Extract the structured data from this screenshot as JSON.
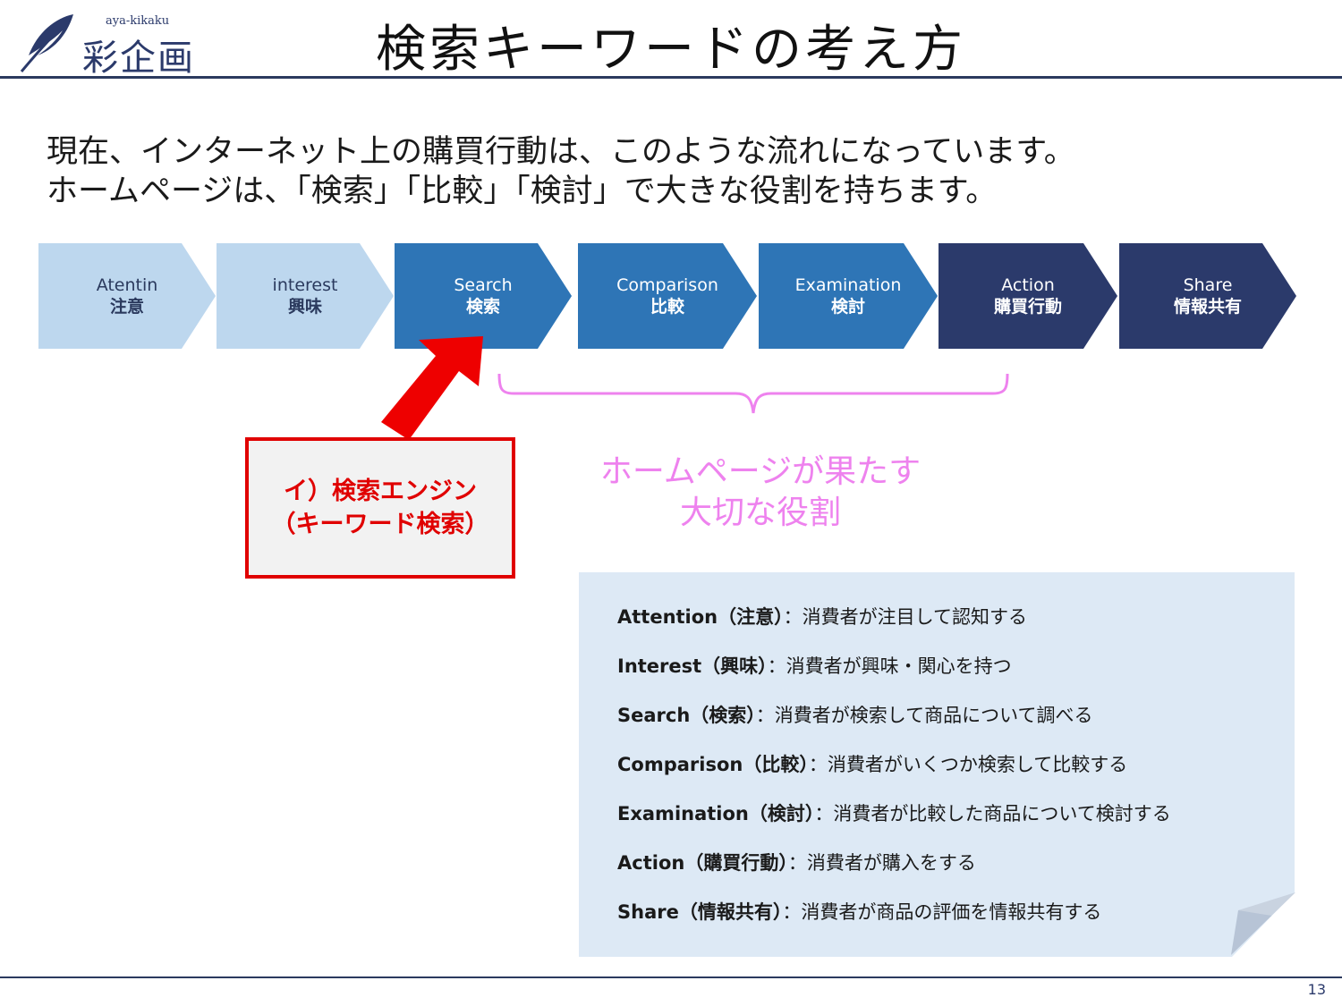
{
  "header": {
    "logo_sub": "aya-kikaku",
    "logo_main": "彩企画",
    "title": "検索キーワードの考え方"
  },
  "intro": {
    "line1": "現在、インターネット上の購買行動は、このような流れになっています。",
    "line2": "ホームページは、「検索」「比較」「検討」で大きな役割を持ちます。"
  },
  "steps": [
    {
      "en": "Atentin",
      "ja": "注意",
      "tone": "light"
    },
    {
      "en": "interest",
      "ja": "興味",
      "tone": "light"
    },
    {
      "en": "Search",
      "ja": "検索",
      "tone": "mid"
    },
    {
      "en": "Comparison",
      "ja": "比較",
      "tone": "mid"
    },
    {
      "en": "Examination",
      "ja": "検討",
      "tone": "mid"
    },
    {
      "en": "Action",
      "ja": "購買行動",
      "tone": "dark"
    },
    {
      "en": "Share",
      "ja": "情報共有",
      "tone": "dark"
    }
  ],
  "callout": {
    "line1": "イ）検索エンジン",
    "line2": "（キーワード検索）"
  },
  "role_label": {
    "line1": "ホームページが果たす",
    "line2": "大切な役割"
  },
  "definitions": [
    {
      "term": "Attention（注意）",
      "desc": "：消費者が注目して認知する"
    },
    {
      "term": "Interest（興味）",
      "desc": "：消費者が興味・関心を持つ"
    },
    {
      "term": "Search（検索）",
      "desc": "：消費者が検索して商品について調べる"
    },
    {
      "term": "Comparison（比較）",
      "desc": "：消費者がいくつか検索して比較する"
    },
    {
      "term": "Examination（検討）",
      "desc": "：消費者が比較した商品について検討する"
    },
    {
      "term": "Action（購買行動）",
      "desc": "：消費者が購入をする"
    },
    {
      "term": "Share（情報共有）",
      "desc": "：消費者が商品の評価を情報共有する"
    }
  ],
  "page_number": "13",
  "colors": {
    "light_step": "#bdd7ee",
    "mid_step": "#2e75b6",
    "dark_step": "#2b3a6b",
    "callout_red": "#e00000",
    "role_pink": "#ee82ee",
    "card_bg": "#dde9f5"
  }
}
